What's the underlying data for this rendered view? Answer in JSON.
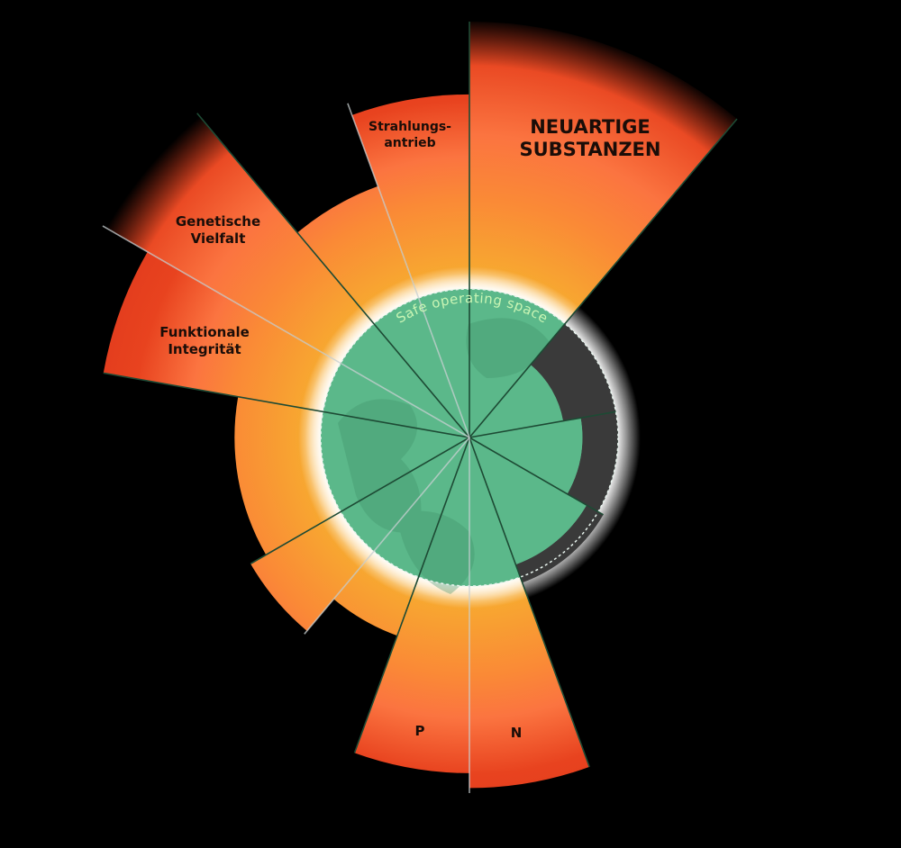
{
  "chart_data": {
    "type": "polar-area",
    "title": "",
    "safe_label": "Safe operating space",
    "unit": "extent relative to safe boundary (1.0 = boundary)",
    "colors": {
      "safe": "#5bb88a",
      "beyond_boundary_unknown": "#3a3a3a",
      "low": "#f7a830",
      "mid": "#fb7a3c",
      "high": "#e2391d"
    },
    "segments": [
      {
        "id": "novel-entities",
        "label_lines": [
          "NEUARTIGE",
          "SUBSTANZEN"
        ],
        "start": 0,
        "end": 40,
        "extent": 2.8,
        "fade": true
      },
      {
        "id": "ozone",
        "label_lines": [],
        "start": 40,
        "end": 80,
        "extent": 0.64,
        "boundary_band": 1.0
      },
      {
        "id": "aerosol",
        "label_lines": [],
        "start": 80,
        "end": 120,
        "extent": 0.76,
        "boundary_band": 1.0
      },
      {
        "id": "ocean-acidification",
        "label_lines": [],
        "start": 120,
        "end": 160,
        "extent": 0.91,
        "boundary_band": 1.04
      },
      {
        "id": "nitrogen",
        "label_lines": [
          "N"
        ],
        "start": 160,
        "end": 180,
        "extent": 2.36
      },
      {
        "id": "phosphorus",
        "label_lines": [
          "P"
        ],
        "start": 180,
        "end": 200,
        "extent": 2.26
      },
      {
        "id": "blue-water",
        "label_lines": [],
        "start": 200,
        "end": 220,
        "extent": 1.42
      },
      {
        "id": "green-water",
        "label_lines": [],
        "start": 220,
        "end": 240,
        "extent": 1.7
      },
      {
        "id": "land-system",
        "label_lines": [],
        "start": 240,
        "end": 280,
        "extent": 1.58
      },
      {
        "id": "functional-integrity",
        "label_lines": [
          "Funktionale",
          "Integrität"
        ],
        "start": 280,
        "end": 300,
        "extent": 2.5
      },
      {
        "id": "genetic-diversity",
        "label_lines": [
          "Genetische",
          "Vielfalt"
        ],
        "start": 300,
        "end": 320,
        "extent": 2.85,
        "fade": true
      },
      {
        "id": "co2",
        "label_lines": [],
        "start": 320,
        "end": 340,
        "extent": 1.8
      },
      {
        "id": "radiative-forcing",
        "label_lines": [
          "Strahlungs-",
          "antrieb"
        ],
        "start": 340,
        "end": 360,
        "extent": 2.31
      }
    ]
  }
}
